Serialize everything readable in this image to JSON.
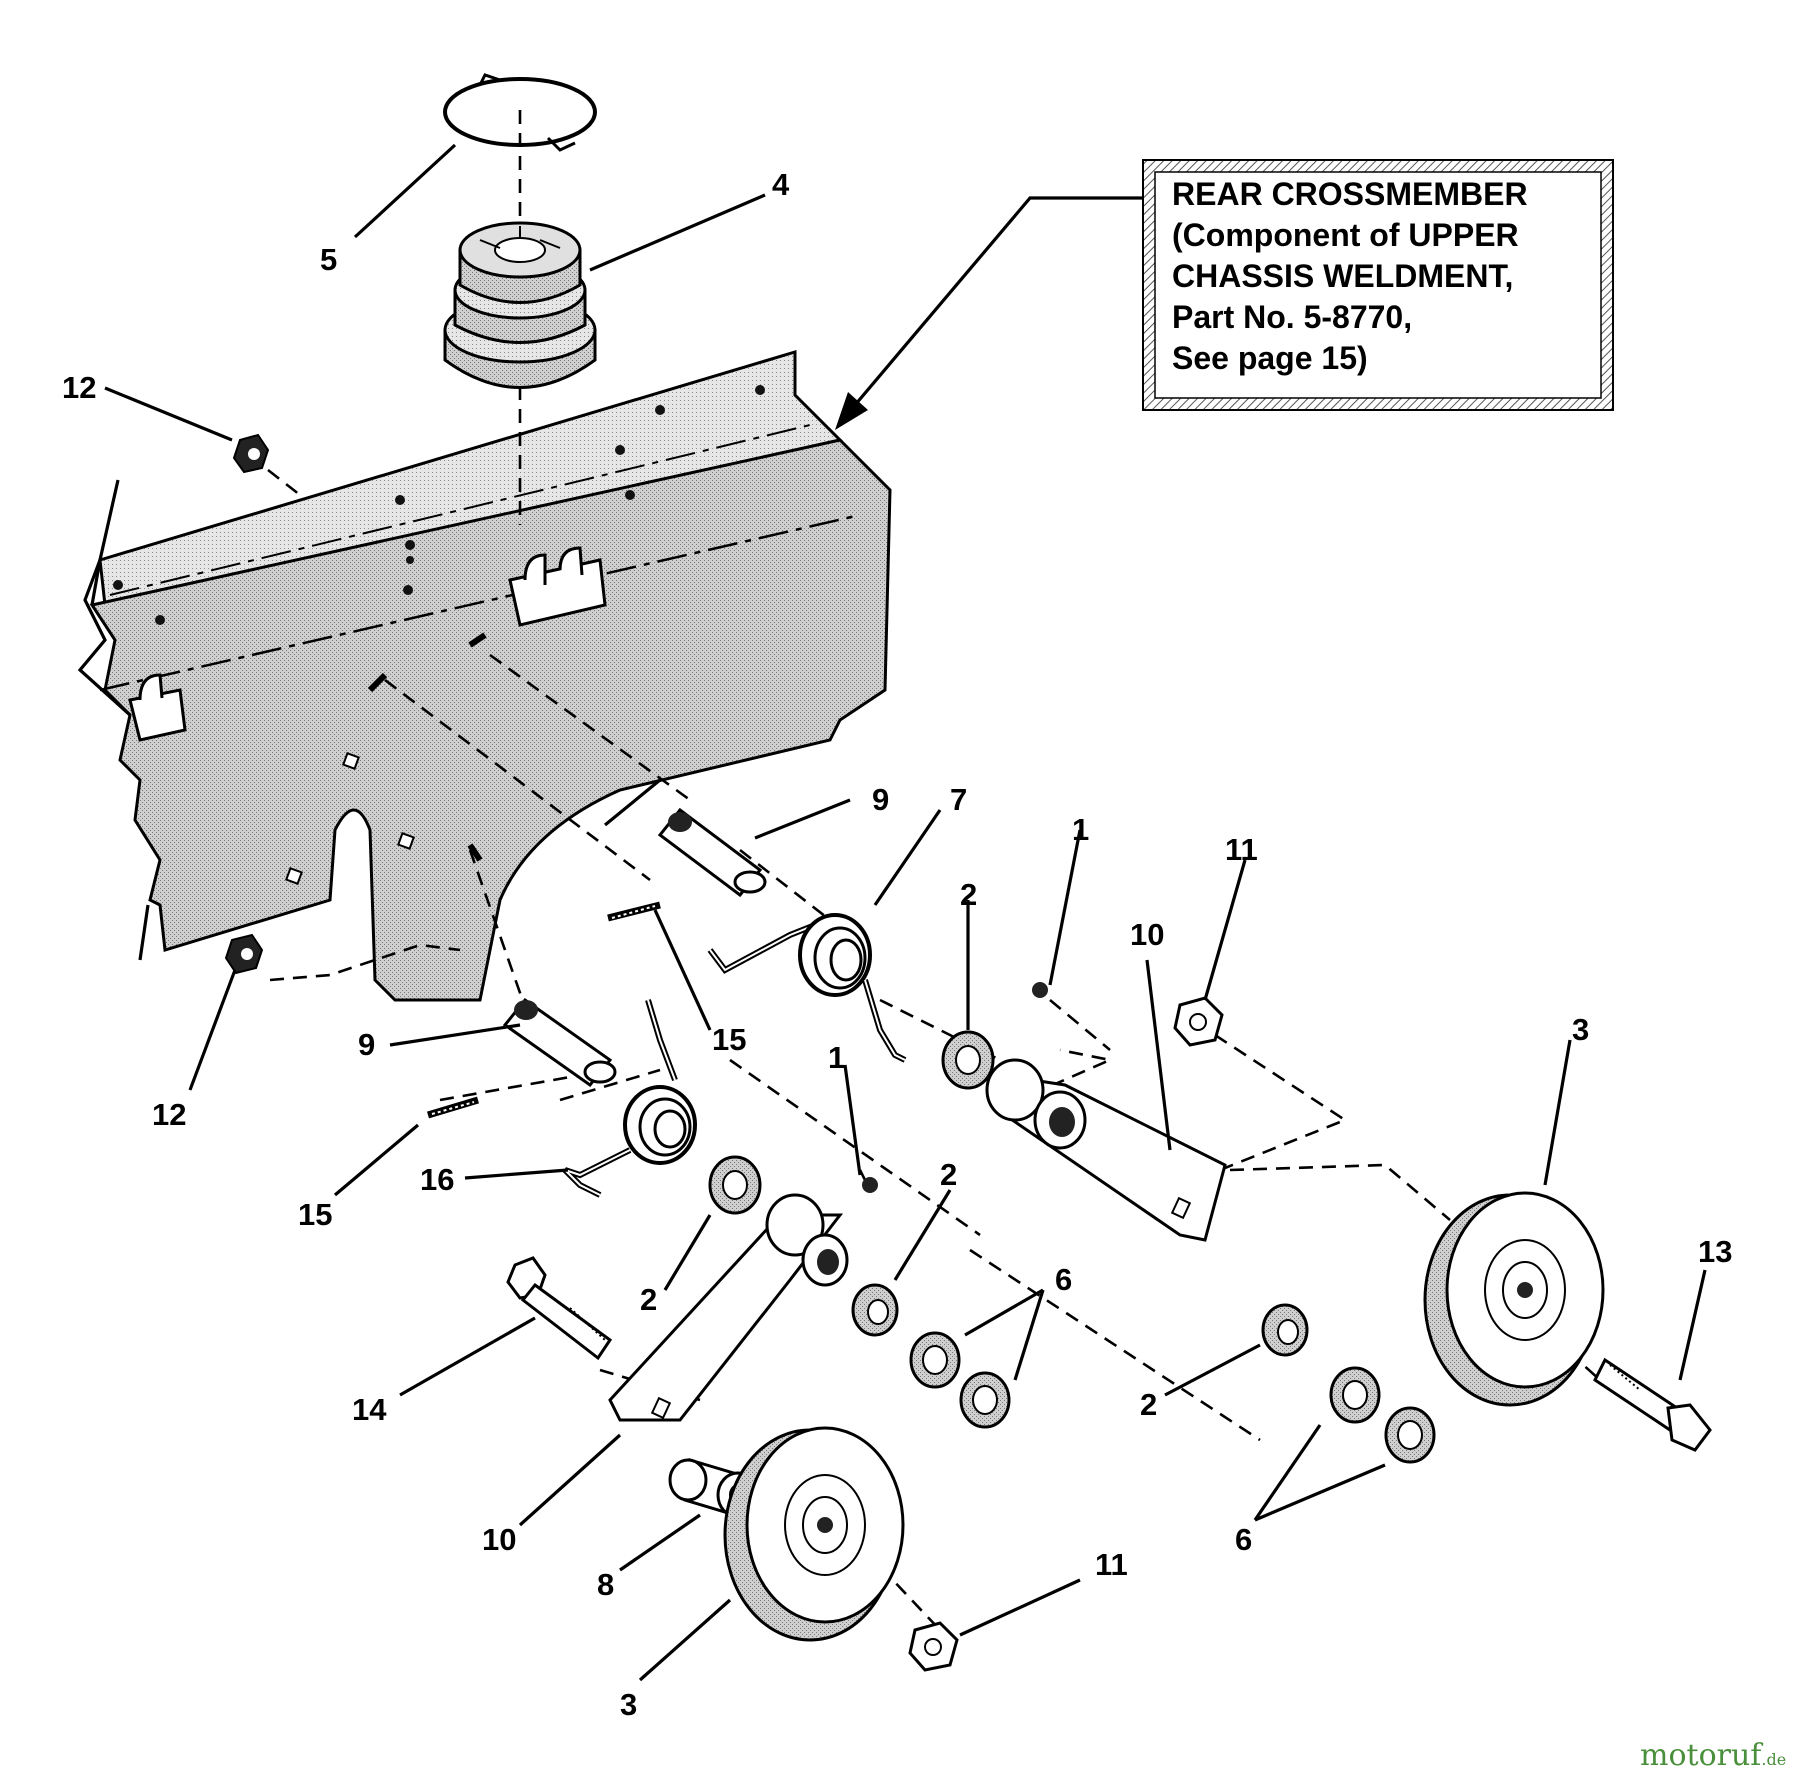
{
  "note_box": {
    "lines": [
      "REAR CROSSMEMBER",
      "(Component of UPPER",
      "CHASSIS WELDMENT,",
      "Part No. 5-8770,",
      "See page 15)"
    ]
  },
  "callouts": {
    "c1a": "1",
    "c1b": "1",
    "c2a": "2",
    "c2b": "2",
    "c2c": "2",
    "c2d": "2",
    "c3a": "3",
    "c3b": "3",
    "c4": "4",
    "c5": "5",
    "c6a": "6",
    "c6b": "6",
    "c7": "7",
    "c8": "8",
    "c9a": "9",
    "c9b": "9",
    "c10a": "10",
    "c10b": "10",
    "c11a": "11",
    "c11b": "11",
    "c12a": "12",
    "c12b": "12",
    "c13": "13",
    "c14": "14",
    "c15a": "15",
    "c15b": "15",
    "c16": "16"
  },
  "watermark": {
    "brand_main": "motoruf",
    "brand_suffix": ".de"
  }
}
